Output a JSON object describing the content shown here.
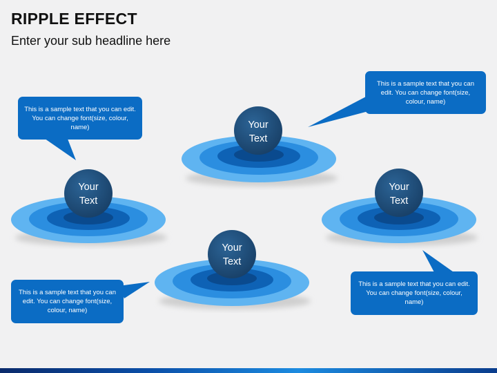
{
  "header": {
    "title": "RIPPLE EFFECT",
    "subtitle": "Enter your sub headline here"
  },
  "colors": {
    "ripple_outer": "#5fb4f1",
    "ripple_mid": "#2b8ee0",
    "ripple_inner": "#0e62b5",
    "ripple_core": "#0a4a8e",
    "ball": "#1e4d7a",
    "callout": "#0b6cc4"
  },
  "ripples": [
    {
      "line1": "Your",
      "line2": "Text"
    },
    {
      "line1": "Your",
      "line2": "Text"
    },
    {
      "line1": "Your",
      "line2": "Text"
    },
    {
      "line1": "Your",
      "line2": "Text"
    }
  ],
  "callouts": [
    {
      "text": "This is a sample text that you can edit. You can change font(size, colour, name)"
    },
    {
      "text": "This is a sample text that you can edit. You can change font(size, colour, name)"
    },
    {
      "text": "This is a sample text that you can edit. You can change font(size, colour, name)"
    },
    {
      "text": "This is a sample text that you can edit. You can change font(size, colour, name)"
    }
  ]
}
